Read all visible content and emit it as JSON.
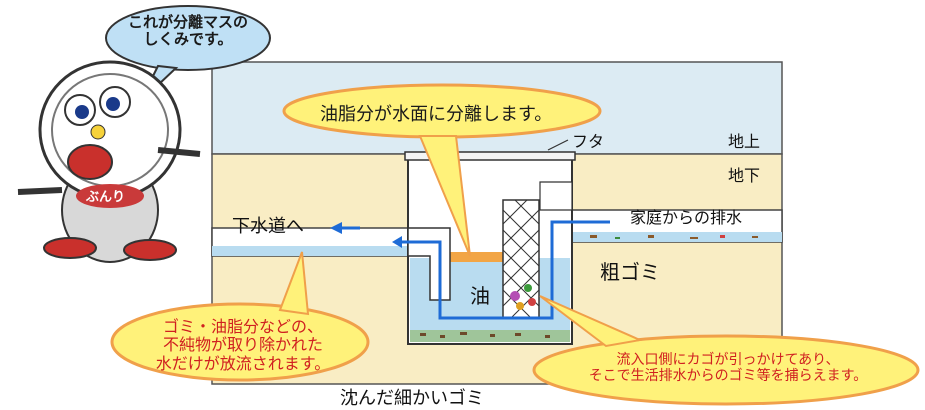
{
  "speech_bubble": {
    "line1": "これが分離マスの",
    "line2": "しくみです。"
  },
  "mascot_label": "ぶんり",
  "labels": {
    "above_ground": "地上",
    "below_ground": "地下",
    "lid": "フタ",
    "to_sewer": "下水道へ",
    "household_drain": "家庭からの排水",
    "coarse_garbage": "粗ゴミ",
    "oil": "油",
    "sediment": "沈んだ細かいゴミ"
  },
  "callouts": {
    "oil_separation": "油脂分が水面に分離します。",
    "clean_water": [
      "ゴミ・油脂分などの、",
      "不純物が取り除かれた",
      "水だけが放流されます。"
    ],
    "basket": [
      "流入口側にカゴが引っかけてあり、",
      "そこで生活排水からのゴミ等を捕らえます。"
    ]
  },
  "colors": {
    "sky": "#dcebf3",
    "ground": "#f9edc4",
    "water": "#b9dcf0",
    "oil": "#f2a545",
    "callout_fill": "#fff27a",
    "callout_stroke": "#f0a04a",
    "bubble_fill": "#bfe0f5",
    "arrow": "#1e6bd6"
  }
}
